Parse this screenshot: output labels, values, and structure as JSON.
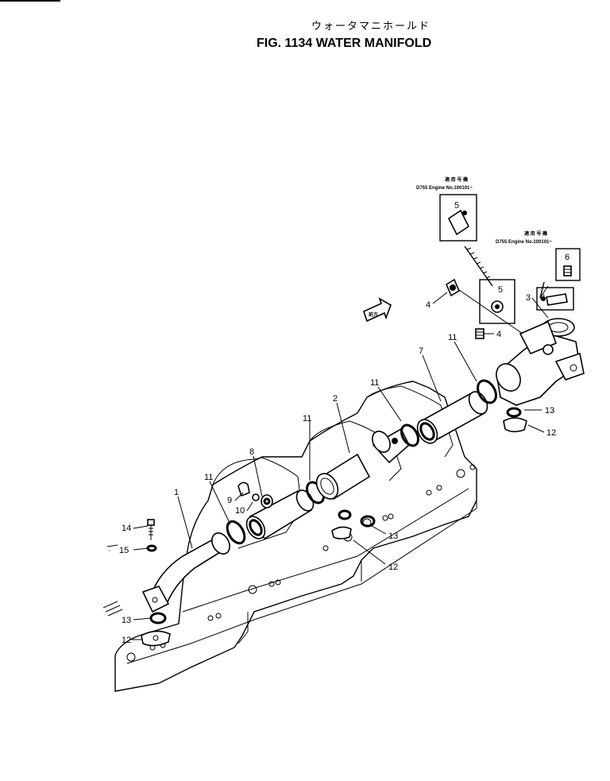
{
  "figure": {
    "title_jp": "ウォータマニホールド",
    "title_en": "FIG. 1134  WATER MANIFOLD"
  },
  "insets": [
    {
      "header": "適 用 号 機",
      "applicability": "D755  Engine  No.100101~",
      "part": "5"
    },
    {
      "header": "適 用 号 機",
      "applicability": "D755  Engine  No.100101~",
      "part": "6"
    }
  ],
  "front_arrow_label": "前方",
  "callouts": [
    "1",
    "2",
    "3",
    "4",
    "4",
    "5",
    "6",
    "7",
    "8",
    "9",
    "10",
    "11",
    "11",
    "11",
    "11",
    "12",
    "12",
    "12",
    "13",
    "13",
    "13",
    "14",
    "15"
  ]
}
